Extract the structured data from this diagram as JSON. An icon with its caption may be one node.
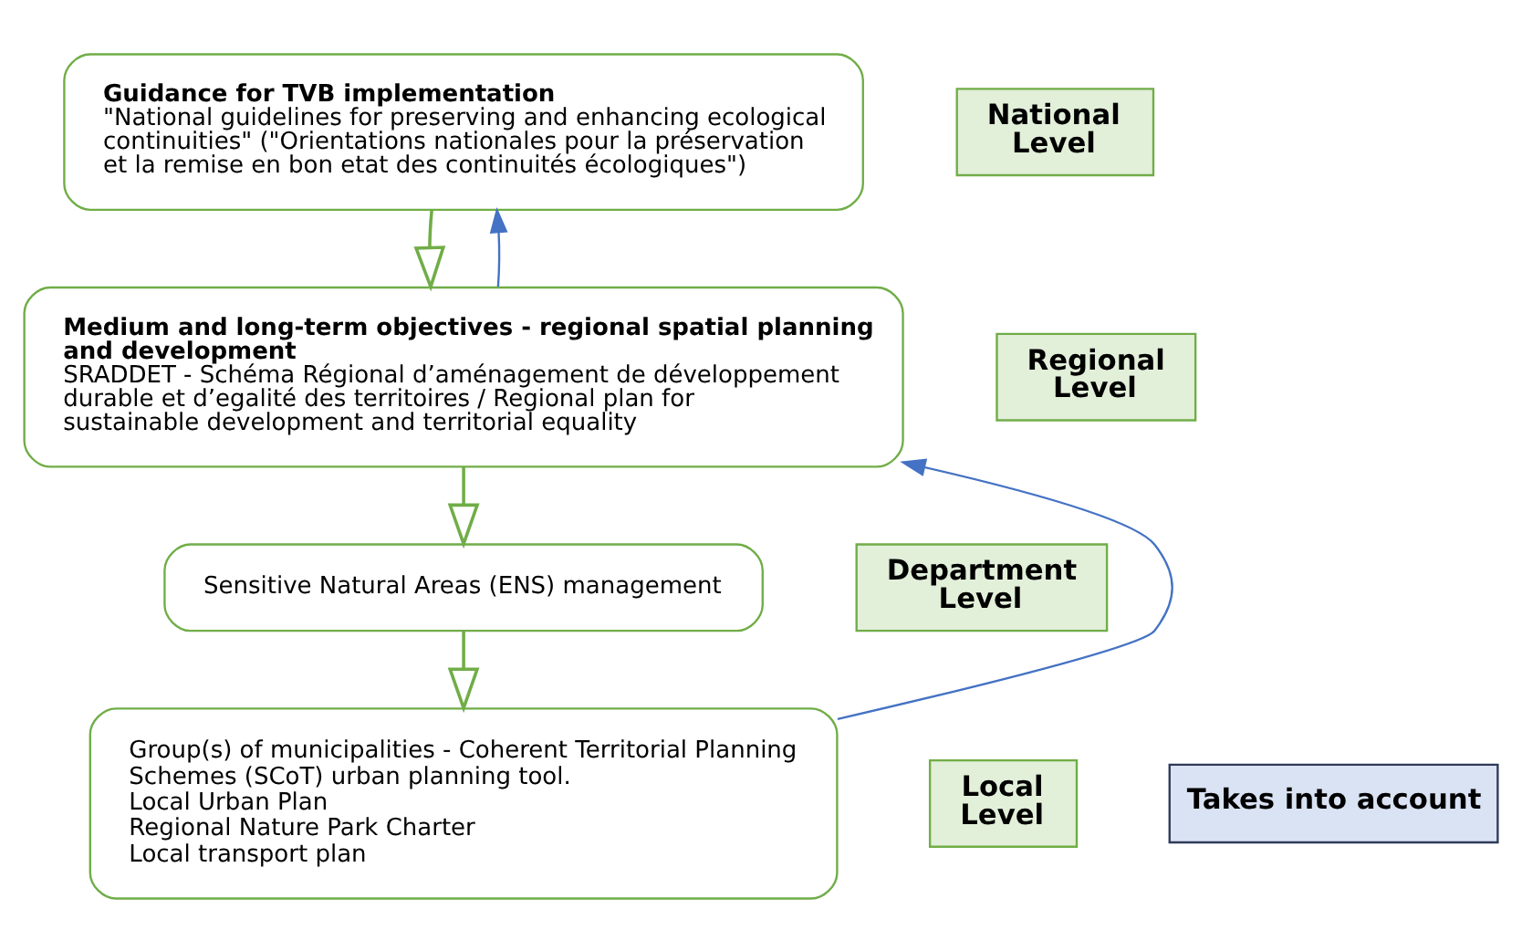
{
  "diagram": {
    "nodes": [
      {
        "text": [
          "Guidance for TVB implementation",
          "\"National guidelines for preserving and enhancing ecological continuities\" (\"Orientations nationales pour la préservation et la remise en bon etat des continuités écologiques\")"
        ]
      },
      {
        "text": [
          "National Level"
        ]
      },
      {
        "text": [
          "Medium and long-term objectives - regional spatial planning and development",
          "SRADDET - Schéma Régional d’aménagement de développement durable et d’egalité des territoires / Regional plan for sustainable development and territorial equality"
        ]
      },
      {
        "text": [
          "Regional Level"
        ]
      },
      {
        "text": [
          "Sensitive Natural Areas (ENS) management"
        ]
      },
      {
        "text": [
          "Department Level"
        ]
      },
      {
        "text": [
          "Group(s) of municipalities - Coherent Territorial Planning Schemes (SCoT) urban planning tool.",
          "Local Urban Plan",
          "Regional Nature Park Charter",
          "Local transport plan"
        ]
      },
      {
        "text": [
          "Local Level"
        ]
      }
    ],
    "edges": [
      {
        "from": 0,
        "to": 2,
        "arrow": "to"
      },
      {
        "from": 2,
        "to": 4,
        "arrow": "to"
      },
      {
        "from": 4,
        "to": 6,
        "arrow": "to"
      },
      {
        "from": 2,
        "to": 0,
        "arrow": "to",
        "color": "#4472c4"
      },
      {
        "from": 6,
        "to": 2,
        "arrow": "to",
        "color": "#4472c4"
      }
    ],
    "labels": [
      "Takes into account"
    ]
  }
}
